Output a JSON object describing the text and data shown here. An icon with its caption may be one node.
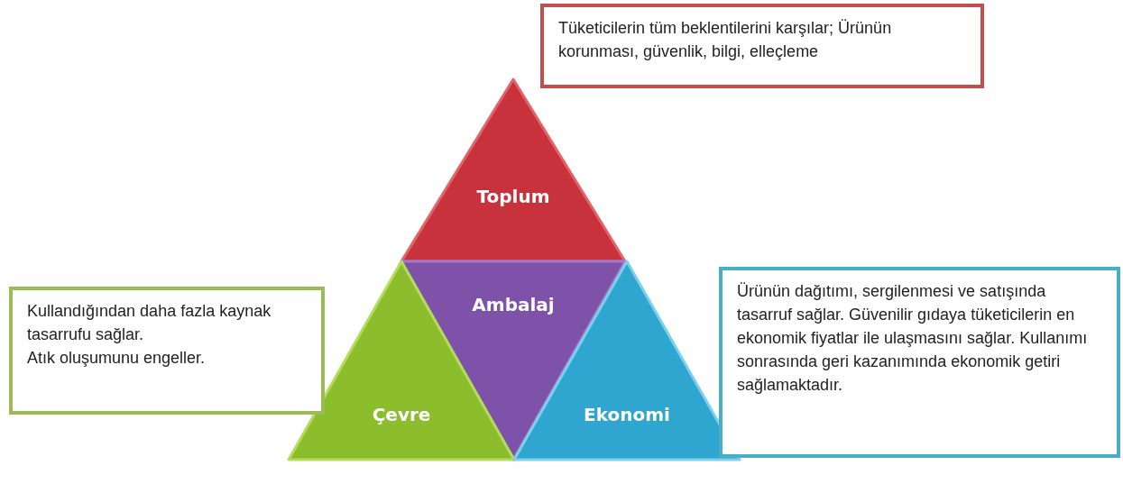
{
  "diagram": {
    "nodes": [
      {
        "text": [
          "Toplum"
        ]
      },
      {
        "text": [
          "Ambalaj"
        ]
      },
      {
        "text": [
          "Çevre"
        ]
      },
      {
        "text": [
          "Ekonomi"
        ]
      },
      {
        "text": [
          "Tüketicilerin tüm beklentilerini karşılar; Ürünün korunması, güvenlik, bilgi, elleçleme"
        ]
      },
      {
        "text": [
          "Kullandığından daha fazla kaynak tasarrufu sağlar.",
          "Atık oluşumunu engeller."
        ]
      },
      {
        "text": [
          "Ürünün dağıtımı, sergilenmesi ve satışında tasarruf sağlar. Güvenilir gıdaya tüketicilerin en ekonomik fiyatlar ile ulaşmasını sağlar. Kullanımı sonrasında geri kazanımında ekonomik getiri sağlamaktadır."
        ]
      }
    ]
  }
}
